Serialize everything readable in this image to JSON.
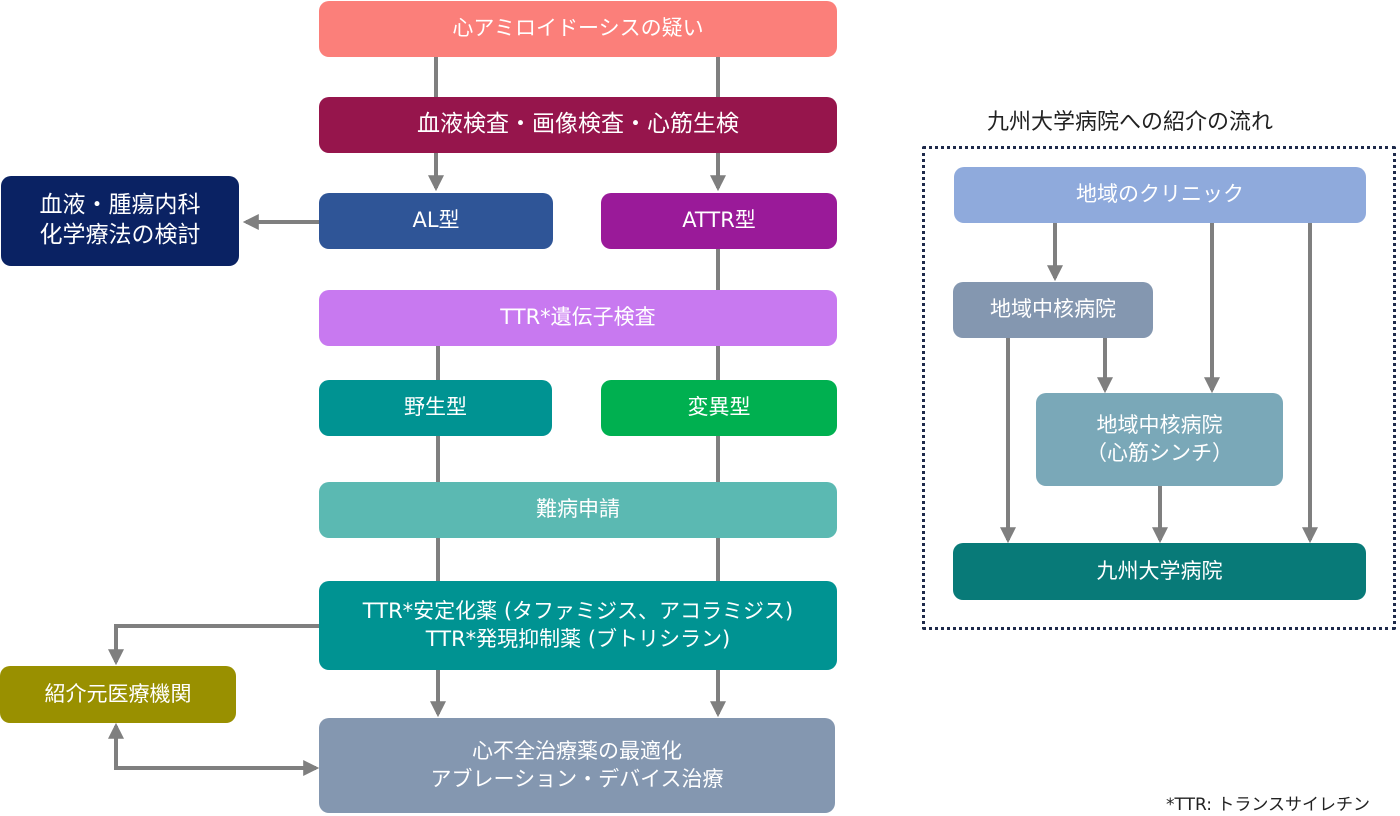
{
  "main_flow": {
    "suspicion": "心アミロイドーシスの疑い",
    "tests": "血液検査・画像検査・心筋生検",
    "al_type": "AL型",
    "attr_type": "ATTR型",
    "hematology": [
      "血液・腫瘍内科",
      "化学療法の検討"
    ],
    "gene_test": "TTR*遺伝子検査",
    "wild_type": "野生型",
    "variant_type": "変異型",
    "intractable_disease": "難病申請",
    "ttr_drugs": [
      "TTR*安定化薬 (タファミジス、アコラミジス)",
      "TTR*発現抑制薬 (ブトリシラン)"
    ],
    "referring_institution": "紹介元医療機関",
    "heart_failure": [
      "心不全治療薬の最適化",
      "アブレーション・デバイス治療"
    ]
  },
  "referral_flow": {
    "title": "九州大学病院への紹介の流れ",
    "clinic": "地域のクリニック",
    "core_hospital": "地域中核病院",
    "core_hospital_scinti": [
      "地域中核病院",
      "（心筋シンチ）"
    ],
    "university_hospital": "九州大学病院"
  },
  "footnote": "*TTR: トランスサイレチン",
  "colors": {
    "suspicion": "#fb7f7a",
    "tests": "#96154c",
    "al": "#2f5597",
    "attr": "#9a1a99",
    "hematology": "#0a2263",
    "gene_test": "#c879f0",
    "wild": "#009392",
    "variant": "#00b050",
    "intractable": "#5bb9b2",
    "drugs": "#009392",
    "referring": "#999000",
    "heart_failure": "#8497b0",
    "clinic": "#8faadc",
    "core": "#8497b0",
    "core_scinti": "#7aa8b8",
    "university": "#087a78",
    "arrow": "#7f7f7f"
  }
}
